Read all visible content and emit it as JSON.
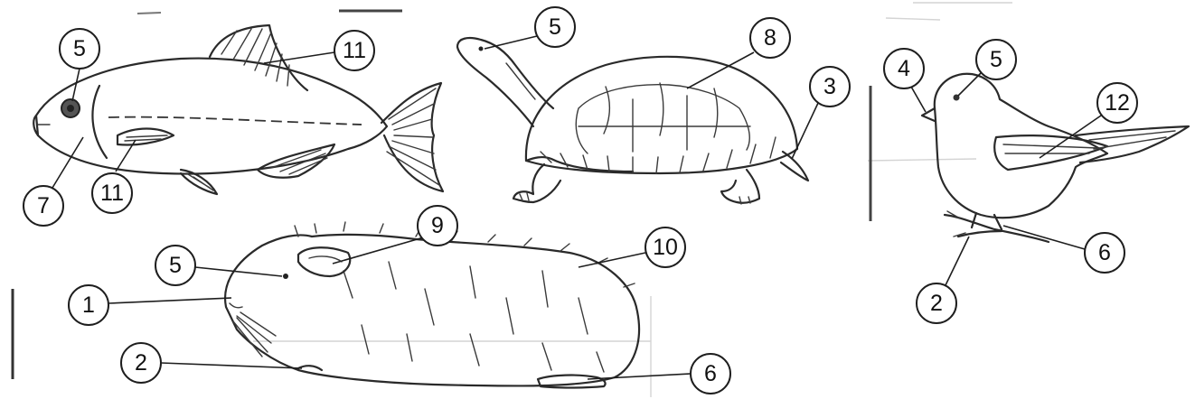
{
  "diagram": {
    "animals": [
      {
        "id": "fish",
        "callouts": [
          "5",
          "11",
          "7",
          "11"
        ]
      },
      {
        "id": "turtle",
        "callouts": [
          "5",
          "8",
          "3"
        ]
      },
      {
        "id": "bird",
        "callouts": [
          "4",
          "5",
          "12",
          "6",
          "2"
        ]
      },
      {
        "id": "guinea-pig",
        "callouts": [
          "9",
          "10",
          "5",
          "1",
          "2",
          "6"
        ]
      }
    ]
  },
  "colors": {
    "ink": "#2a2a2a",
    "background": "#ffffff",
    "faint_scan": "#d4d4d4"
  }
}
